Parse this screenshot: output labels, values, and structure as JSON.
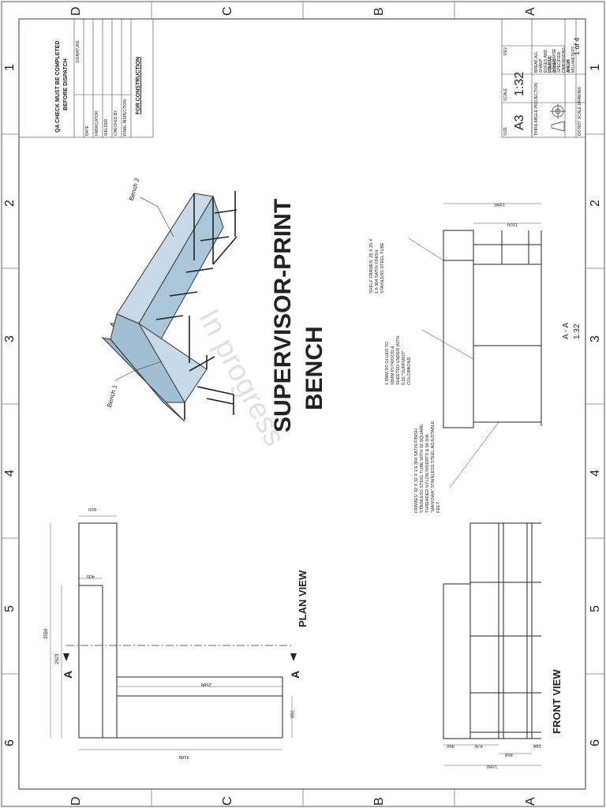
{
  "sheet": {
    "zone_letters": [
      "D",
      "C",
      "B",
      "A"
    ],
    "zone_numbers": [
      "1",
      "2",
      "3",
      "4",
      "5",
      "6"
    ]
  },
  "title": {
    "line1": "SUPERVISOR-PRINT",
    "line2": "BENCH",
    "watermark": "In progress"
  },
  "iso_view": {
    "bench1_label": "Bench 1",
    "bench2_label": "Bench 2"
  },
  "plan_view": {
    "label": "PLAN VIEW",
    "section_marker": "A",
    "dims": {
      "top_width": "600",
      "inner_width": "400",
      "total_height": "3559",
      "inner_height": "2523",
      "bench1_length": "2586",
      "bench1_depth": "700",
      "total_length": "3186"
    }
  },
  "front_view": {
    "label": "FRONT VIEW",
    "dims": {
      "d1": "450",
      "d2": "476",
      "d3": "459",
      "d4": "164",
      "total": "1550"
    }
  },
  "section_view": {
    "label": "A - A",
    "scale": "1:32",
    "dims": {
      "width": "1550",
      "inner": "1100"
    },
    "notes": {
      "shelf_frames": "SHELF FRAMES: 25 X 25 X 1.6 304 SATIN FINISH STAINLESS STEEL TUBE",
      "ss_plywood": "1.5MM SS GLUED TO 18MM PLYWOOD & SHEETED UNDER WITH 0.55 \"SURFMIST\" COLORBOND",
      "frames": "FRAMES: 32 X 32 X 1.6 304 SATIN FINISH STAINLESS STEEL TUBE WITH 32 SQUARE THREADED NYLON INSERTS & 50 DIA \"MAN'OWA\" STAINLESS STEEL ADJUSTABLE FEET"
    }
  },
  "qa_block": {
    "title_line1": "QA CHECK MUST BE COMPLETED",
    "title_line2": "BEFORE DISPATCH",
    "signature_header": "SIGNATURE",
    "rows": [
      "DATE",
      "FABRICATOR",
      "WELDER",
      "CHECKED BY",
      "FINAL INSPECTION"
    ],
    "for_construction": "FOR CONSTRUCTION"
  },
  "title_block": {
    "size_label": "SIZE",
    "size_value": "A3",
    "scale_label": "SCALE",
    "scale_value": "1:32",
    "rev_label": "REV",
    "projection": "THIRD ANGLE PROJECTION",
    "note1": "BREAK ALL SHARP EDGES AND REMOVE BURRS",
    "note2": "UNLESS OTHERWISE SPECIFIED, DIMENSIONS ARE IN MILLIMETERS",
    "sheet_label": "SHEET",
    "sheet_value": "1 of 4",
    "do_not_scale": "DO NOT SCALE DRAWING"
  }
}
